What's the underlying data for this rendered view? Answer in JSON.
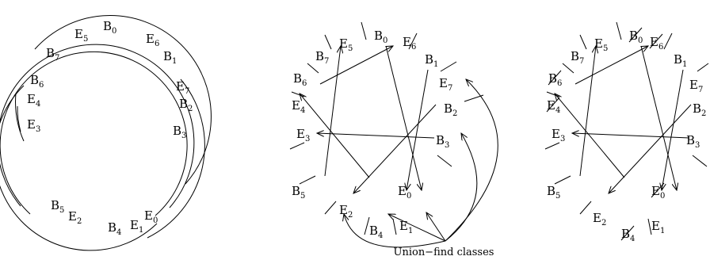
{
  "labels": [
    {
      "base": "B",
      "sub": "0"
    },
    {
      "base": "B",
      "sub": "1"
    },
    {
      "base": "B",
      "sub": "2"
    },
    {
      "base": "B",
      "sub": "3"
    },
    {
      "base": "B",
      "sub": "4"
    },
    {
      "base": "B",
      "sub": "5"
    },
    {
      "base": "B",
      "sub": "6"
    },
    {
      "base": "B",
      "sub": "7"
    },
    {
      "base": "E",
      "sub": "0"
    },
    {
      "base": "E",
      "sub": "1"
    },
    {
      "base": "E",
      "sub": "2"
    },
    {
      "base": "E",
      "sub": "3"
    },
    {
      "base": "E",
      "sub": "4"
    },
    {
      "base": "E",
      "sub": "5"
    },
    {
      "base": "E",
      "sub": "6"
    },
    {
      "base": "E",
      "sub": "7"
    }
  ],
  "caption": "Union−find classes",
  "crossed_out_in_right_panel": [
    "B0",
    "E6",
    "B6",
    "E4",
    "B4",
    "E0"
  ]
}
